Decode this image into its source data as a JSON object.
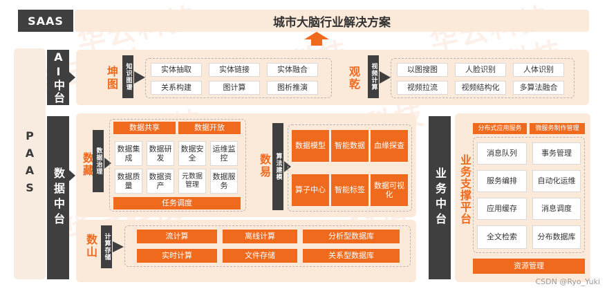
{
  "header": {
    "saas_label": "SAAS",
    "title": "城市大脑行业解决方案"
  },
  "paas_label": "PAAS",
  "ai_platform": {
    "label": "AI中台",
    "kun_title": "坤图",
    "kun_tag": "知识图谱",
    "kun_items": [
      "实体抽取",
      "实体链接",
      "实体融合",
      "关系构建",
      "图计算",
      "图析推演"
    ],
    "guan_title": "观乾",
    "guan_tag": "视频计算",
    "guan_items": [
      "以图搜图",
      "人脸识别",
      "人体识别",
      "视频拉流",
      "视频结构化",
      "多算法融合"
    ]
  },
  "data_platform": {
    "label": "数据中台",
    "zang_title": "数藏",
    "zang_tag": "数据治理",
    "zang_top": [
      "数据共享",
      "数据开放"
    ],
    "zang_grid": [
      "数据集成",
      "数据研发",
      "数据安全",
      "运维监控",
      "数据质量",
      "数据资产",
      "元数据管理",
      "数据服务"
    ],
    "zang_bottom": "任务调度",
    "yi_title": "数易",
    "yi_tag": "算法建模",
    "yi_items": [
      "数据模型",
      "智能数据",
      "血缘探查",
      "算子中心",
      "智能标签",
      "数据可视化"
    ],
    "shan_title": "数山",
    "shan_tag": "计算存储",
    "shan_items": [
      "流计算",
      "离线计算",
      "分析型数据库",
      "实时计算",
      "文件存储",
      "关系型数据库"
    ]
  },
  "business_platform": {
    "label": "业务中台",
    "title": "业务支撑平台",
    "top": [
      "分布式应用服务",
      "微服务制作管理"
    ],
    "items": [
      "消息队列",
      "事务管理",
      "服务编排",
      "自动化运维",
      "应用缓存",
      "消息调度",
      "全文检索",
      "分布数据库"
    ],
    "bottom": "资源管理"
  },
  "watermark": "华云科技",
  "footer_credit": "CSDN @Ryo_Yuki",
  "colors": {
    "accent": "#f06a1e",
    "dark": "#3f3f3f",
    "panel": "#fbe9d9"
  }
}
